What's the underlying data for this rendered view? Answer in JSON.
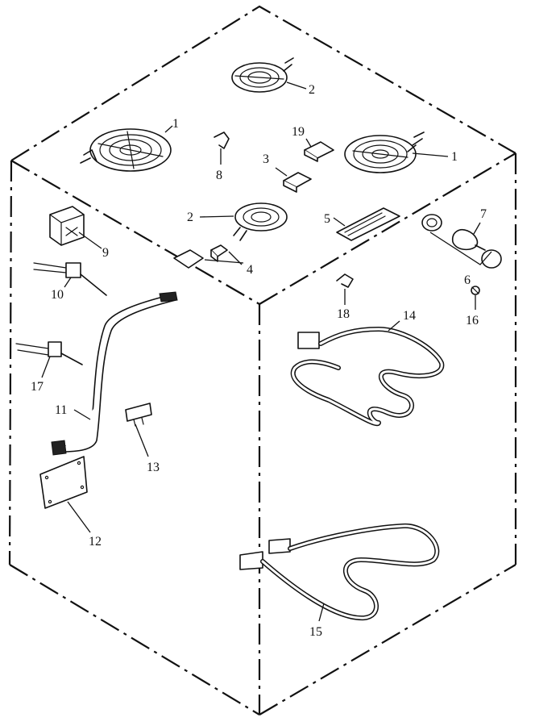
{
  "diagram": {
    "callouts": {
      "c1a": "1",
      "c1b": "1",
      "c2a": "2",
      "c2b": "2",
      "c3": "3",
      "c4": "4",
      "c5": "5",
      "c6": "6",
      "c7": "7",
      "c8": "8",
      "c9": "9",
      "c10": "10",
      "c11": "11",
      "c12": "12",
      "c13": "13",
      "c14": "14",
      "c15": "15",
      "c16": "16",
      "c17": "17",
      "c18": "18",
      "c19": "19"
    }
  }
}
